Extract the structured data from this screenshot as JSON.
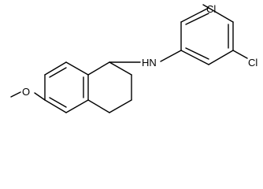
{
  "molecule": {
    "atoms": {
      "methoxy_oxygen": "O",
      "amine": "HN",
      "chlorine_top": "Cl",
      "chlorine_bottom": "Cl"
    }
  },
  "colors": {
    "bond": "#000000",
    "text": "#000000",
    "background": "#ffffff"
  }
}
